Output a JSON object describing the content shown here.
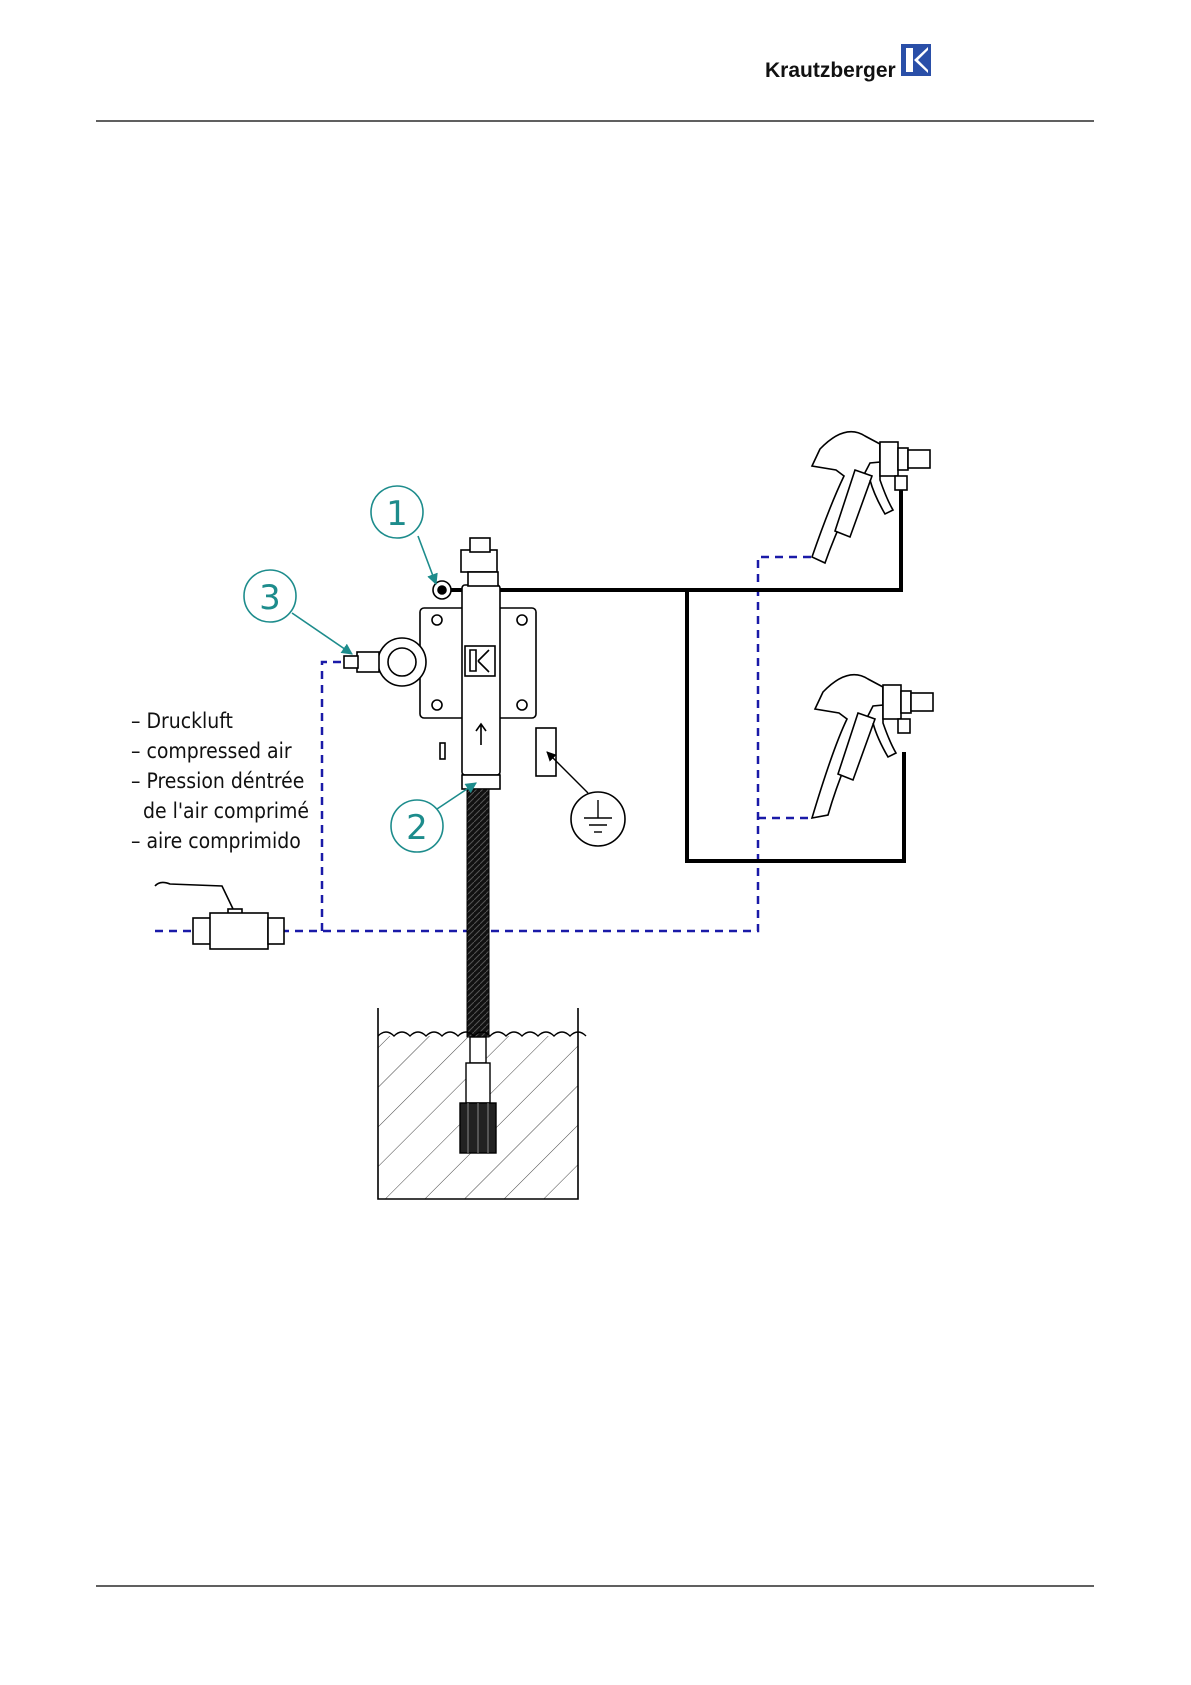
{
  "header": {
    "brand_name": "Krautzberger",
    "logo_icon": "k-logo-icon"
  },
  "diagram": {
    "callouts": [
      {
        "id": "1",
        "label": "1"
      },
      {
        "id": "2",
        "label": "2"
      },
      {
        "id": "3",
        "label": "3"
      }
    ],
    "legend_lines": [
      "– Druckluft",
      "– compressed air",
      "– Pression déntrée",
      "  de l'air comprimé",
      "– aire comprimido"
    ],
    "ground_icon": "ground-symbol-icon",
    "colors": {
      "air_line": "#1a1aa8",
      "material_line": "#000000",
      "callout": "#1d8c8c",
      "rule": "#000000"
    }
  }
}
